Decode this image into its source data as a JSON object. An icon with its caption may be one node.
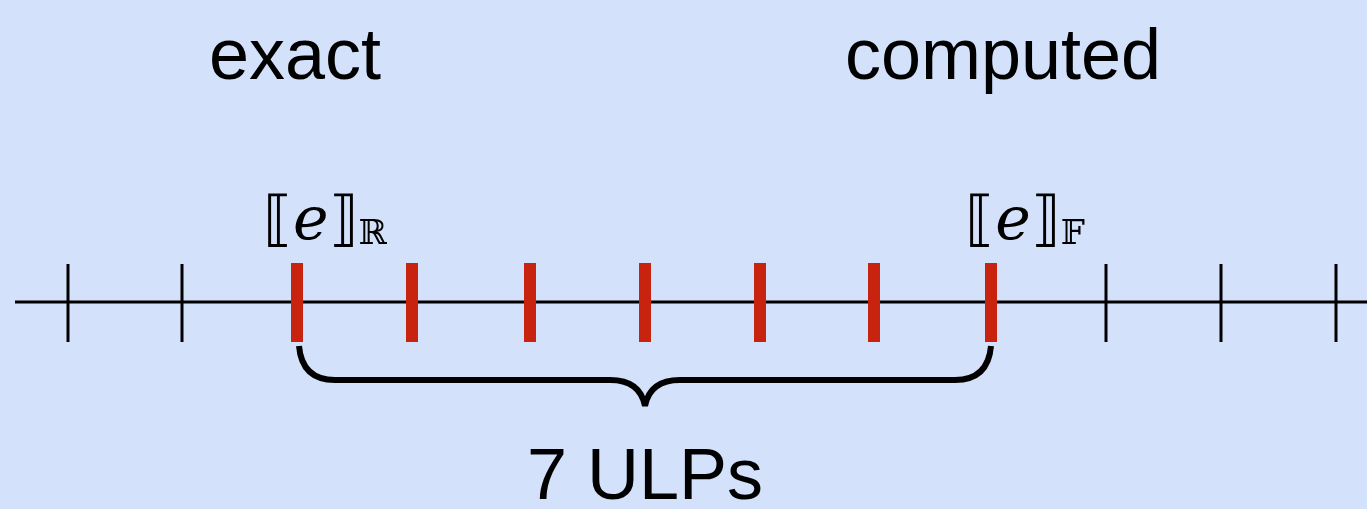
{
  "diagram": {
    "labels": [
      "exact",
      "computed",
      "⟦*e*⟧$_{ℝ}$",
      "⟦*e*⟧$_{𝔽}$",
      "7 ULPs"
    ]
  }
}
